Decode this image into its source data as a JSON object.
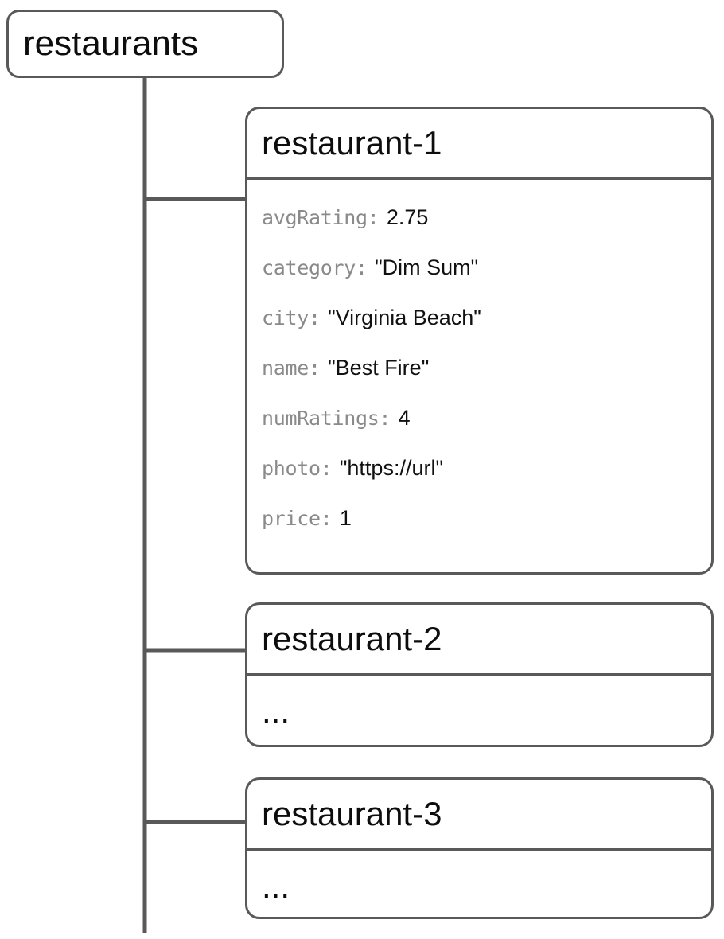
{
  "diagram": {
    "type": "firestore-data-model-tree",
    "root": {
      "label": "restaurants",
      "kind": "collection"
    },
    "documents": [
      {
        "id": "restaurant-1",
        "title": "restaurant-1",
        "expanded": true,
        "fields": [
          {
            "key": "avgRating",
            "separator": ":",
            "value": "2.75"
          },
          {
            "key": "category",
            "separator": ":",
            "value": "\"Dim Sum\""
          },
          {
            "key": "city",
            "separator": ":",
            "value": "\"Virginia Beach\""
          },
          {
            "key": "name",
            "separator": ":",
            "value": "\"Best Fire\""
          },
          {
            "key": "numRatings",
            "separator": ":",
            "value": "4"
          },
          {
            "key": "photo",
            "separator": ":",
            "value": "\"https://url\""
          },
          {
            "key": "price",
            "separator": ":",
            "value": "1"
          }
        ]
      },
      {
        "id": "restaurant-2",
        "title": "restaurant-2",
        "expanded": false,
        "placeholder": "..."
      },
      {
        "id": "restaurant-3",
        "title": "restaurant-3",
        "expanded": false,
        "placeholder": "..."
      }
    ],
    "colors": {
      "stroke": "#595959",
      "title_text": "#0d0d0d",
      "field_key": "#8a8a8a",
      "field_value": "#111111",
      "background": "#ffffff"
    }
  }
}
